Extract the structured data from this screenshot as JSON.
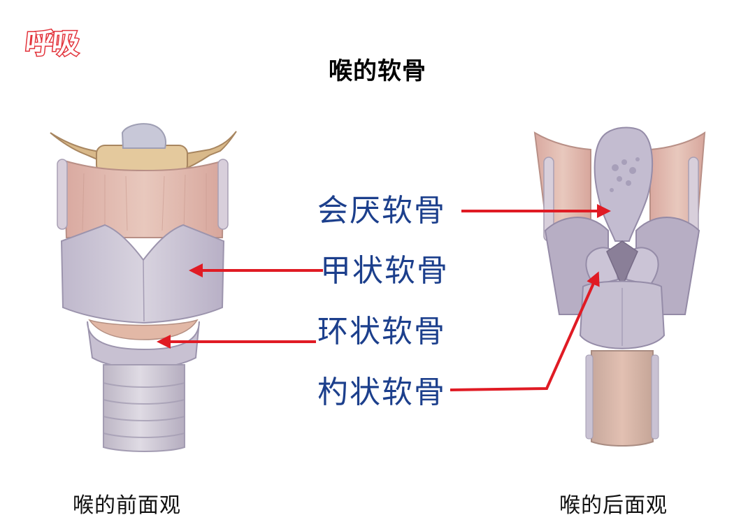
{
  "logo": {
    "text": "呼吸"
  },
  "title": "喉的软骨",
  "labels": {
    "epiglottic": "会厌软骨",
    "thyroid": "甲状软骨",
    "cricoid": "环状软骨",
    "arytenoid": "杓状软骨"
  },
  "captions": {
    "front": "喉的前面观",
    "back": "喉的后面观"
  },
  "colors": {
    "arrow": "#e01b24",
    "label": "#1c3f8c",
    "logo": "#e2323a"
  }
}
